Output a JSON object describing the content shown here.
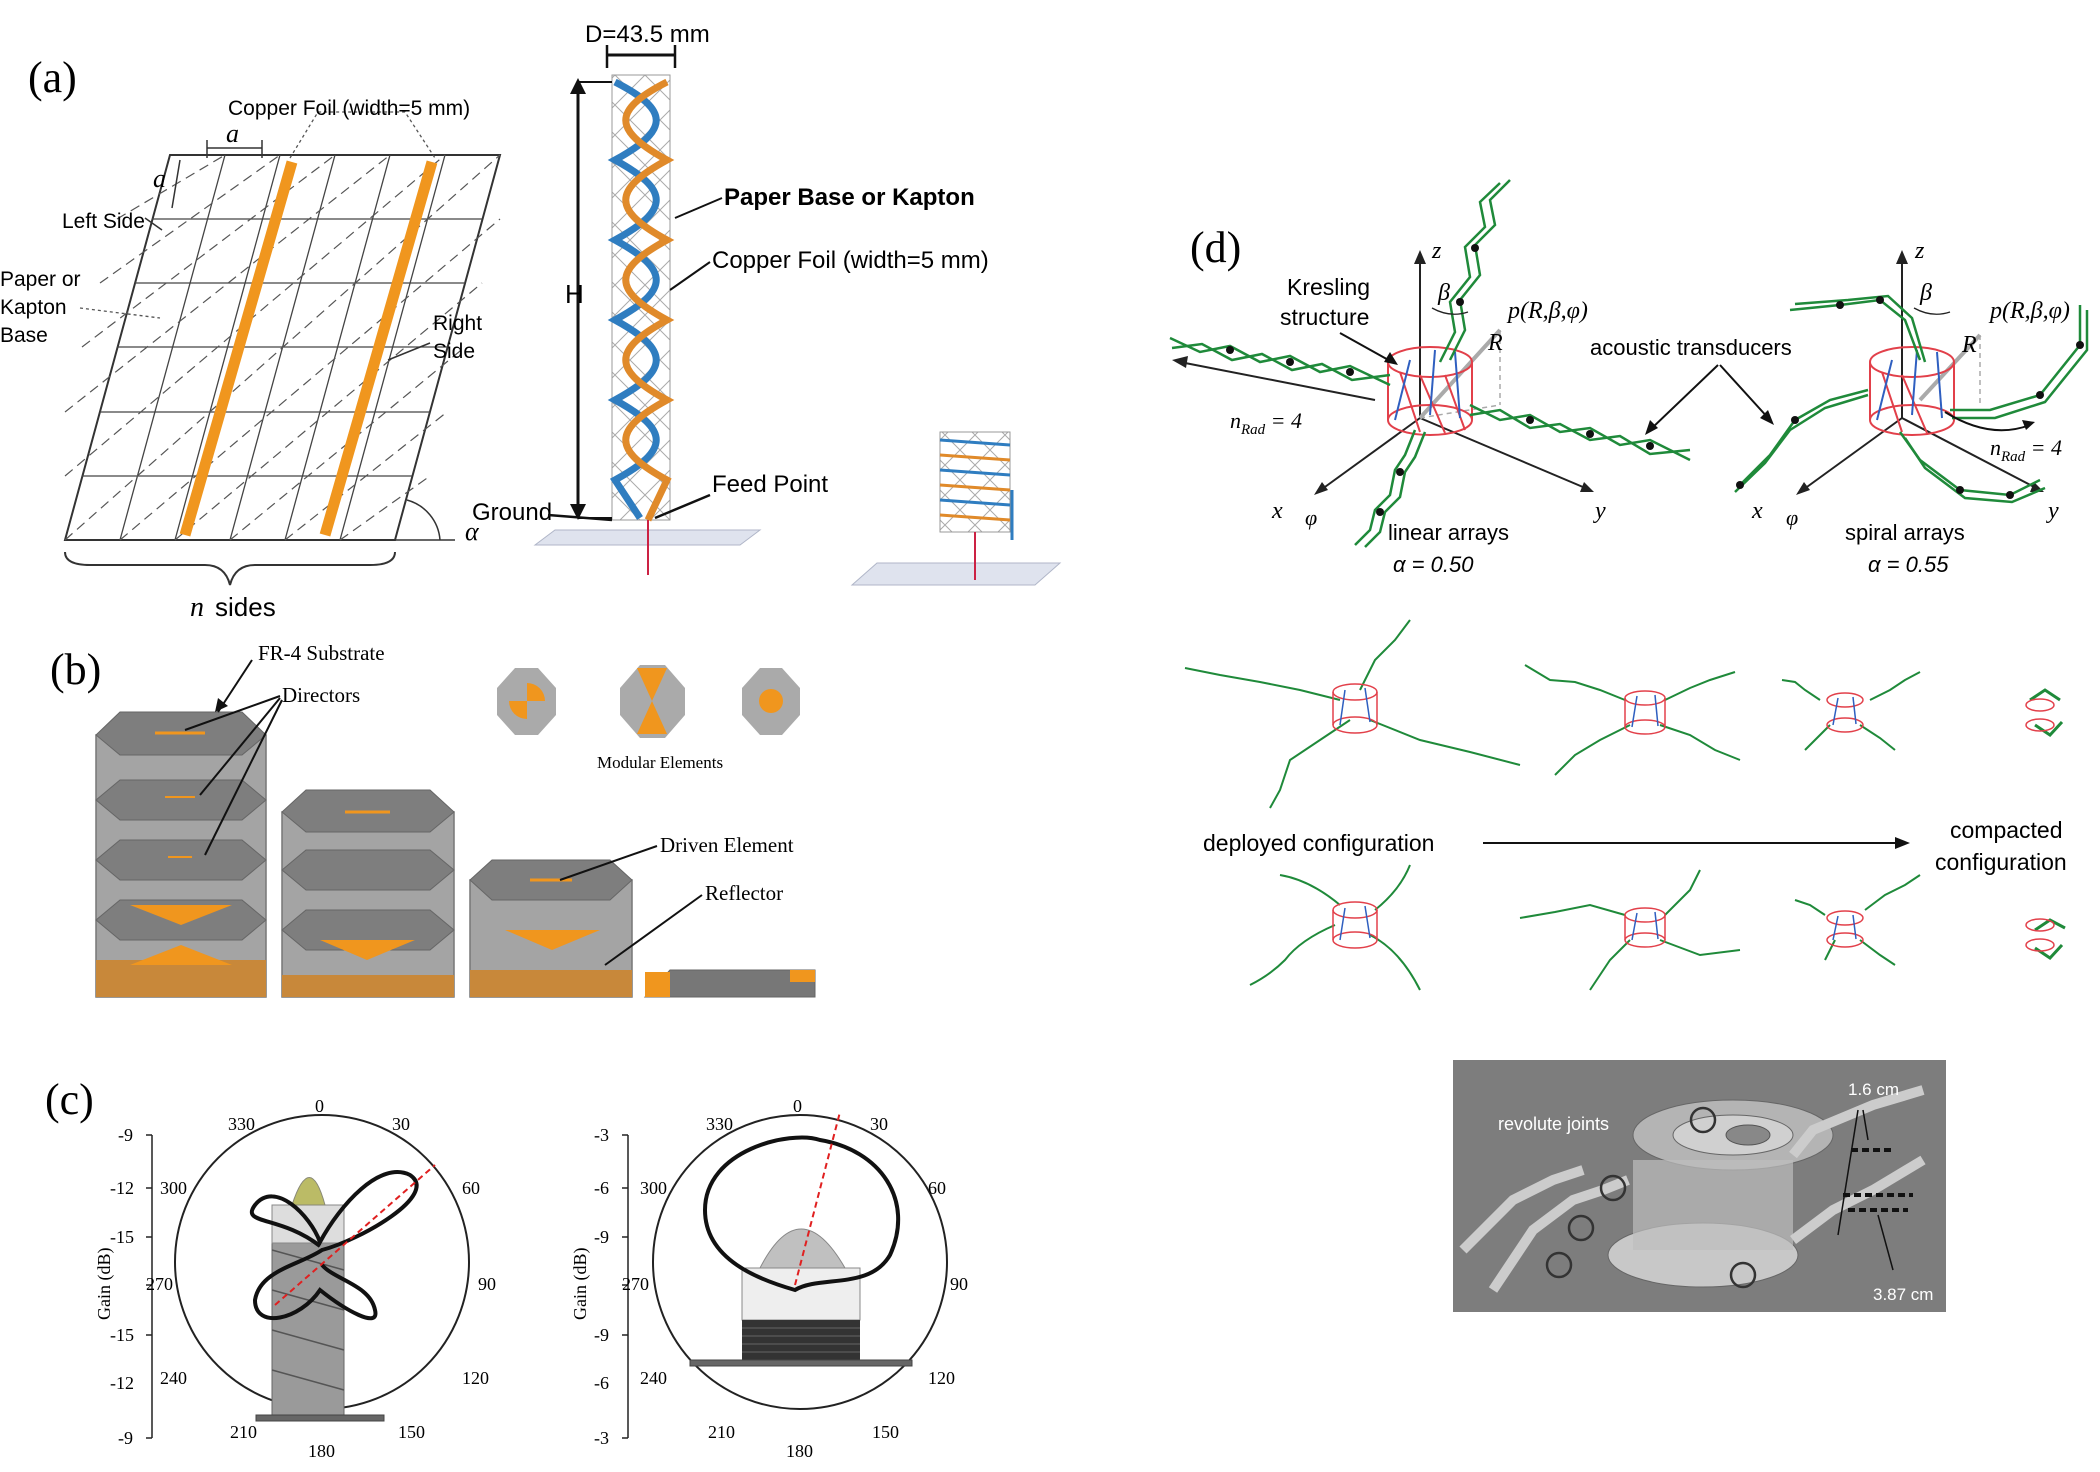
{
  "panels": {
    "a": {
      "label": "(a)",
      "copper_foil_top": "Copper Foil (width=5 mm)",
      "a_top": "a",
      "a_left": "a",
      "left_side": "Left Side",
      "paper_kapton_base": [
        "Paper or",
        "Kapton",
        "Base"
      ],
      "right_side": [
        "Right",
        "Side"
      ],
      "alpha": "α",
      "n_sides": [
        "n",
        "sides"
      ],
      "diameter": "D=43.5 mm",
      "height": "H",
      "paper_base_kapton": "Paper Base or Kapton",
      "copper_foil_side": "Copper Foil (width=5 mm)",
      "feed_point": "Feed Point",
      "ground": "Ground"
    },
    "b": {
      "label": "(b)",
      "fr4": "FR-4 Substrate",
      "directors": "Directors",
      "modular_elements": "Modular Elements",
      "driven_element": "Driven Element",
      "reflector": "Reflector"
    },
    "c": {
      "label": "(c)",
      "left_plot": {
        "angles": [
          "0",
          "30",
          "60",
          "90",
          "120",
          "150",
          "180",
          "210",
          "240",
          "270",
          "300",
          "330"
        ],
        "gain_ticks": [
          "-9",
          "-12",
          "-15",
          "270",
          "-15",
          "-12",
          "-9"
        ],
        "ylabel": "Gain (dB)"
      },
      "right_plot": {
        "angles": [
          "0",
          "30",
          "60",
          "90",
          "120",
          "150",
          "180",
          "210",
          "240",
          "270",
          "300",
          "330"
        ],
        "gain_ticks": [
          "-3",
          "-6",
          "-9",
          "270",
          "-9",
          "-6",
          "-3"
        ],
        "ylabel": "Gain (dB)"
      }
    },
    "d": {
      "label": "(d)",
      "kresling": [
        "Kresling",
        "structure"
      ],
      "z1": "z",
      "beta1": "β",
      "p1": "p(R,β,φ)",
      "R1": "R",
      "n_rad_left": "n",
      "n_rad_sub": "Rad",
      "n_rad_val": " = 4",
      "x1": "x",
      "phi1": "φ",
      "y1": "y",
      "linear_arrays": "linear arrays",
      "alpha_linear": "α = 0.50",
      "acoustic": "acoustic transducers",
      "z2": "z",
      "beta2": "β",
      "p2": "p(R,β,φ)",
      "R2": "R",
      "x2": "x",
      "phi2": "φ",
      "y2": "y",
      "spiral_arrays": "spiral arrays",
      "alpha_spiral": "α = 0.55",
      "deployed": "deployed configuration",
      "compacted": [
        "compacted",
        "configuration"
      ],
      "revolute": "revolute joints",
      "dim1": "1.6 cm",
      "dim2": "3.87 cm"
    }
  },
  "colors": {
    "orange": "#f0961e",
    "blue": "#2f7dc0",
    "green": "#1f8a3a",
    "red": "#e2404a",
    "gray": "#9a9a9a"
  }
}
